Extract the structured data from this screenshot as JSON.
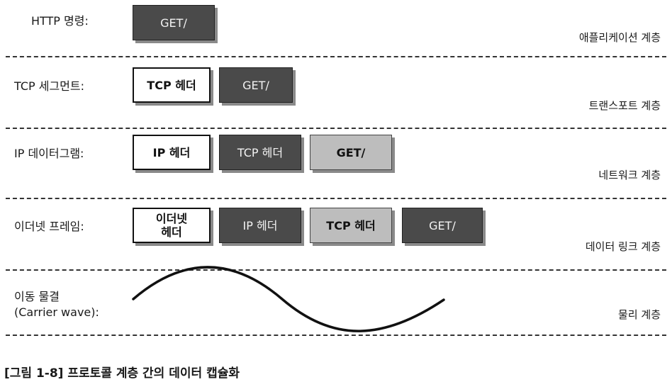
{
  "rows": [
    {
      "label": "HTTP 명령:",
      "layer": "애플리케이션 계층",
      "boxes": [
        {
          "text": "GET/",
          "style": "dark"
        }
      ]
    },
    {
      "label": "TCP 세그먼트:",
      "layer": "트랜스포트 계층",
      "boxes": [
        {
          "text": "TCP 헤더",
          "style": "white"
        },
        {
          "text": "GET/",
          "style": "dark"
        }
      ]
    },
    {
      "label": "IP 데이터그램:",
      "layer": "네트워크 계층",
      "boxes": [
        {
          "text": "IP 헤더",
          "style": "white"
        },
        {
          "text": "TCP 헤더",
          "style": "dark"
        },
        {
          "text": "GET/",
          "style": "mid"
        }
      ]
    },
    {
      "label": "이더넷 프레임:",
      "layer": "데이터 링크 계층",
      "boxes": [
        {
          "text": "이더넷\n헤더",
          "style": "white"
        },
        {
          "text": "IP 헤더",
          "style": "dark"
        },
        {
          "text": "TCP 헤더",
          "style": "mid"
        },
        {
          "text": "GET/",
          "style": "dark"
        }
      ]
    },
    {
      "label": "이동 물결\n(Carrier wave):",
      "layer": "물리 계층",
      "boxes": []
    }
  ],
  "caption": "[그림 1-8] 프로토콜 계층 간의 데이터 캡슐화",
  "colors": {
    "dark": "#4a4a4a",
    "mid": "#bdbdbd",
    "white": "#ffffff",
    "line": "#333333"
  }
}
